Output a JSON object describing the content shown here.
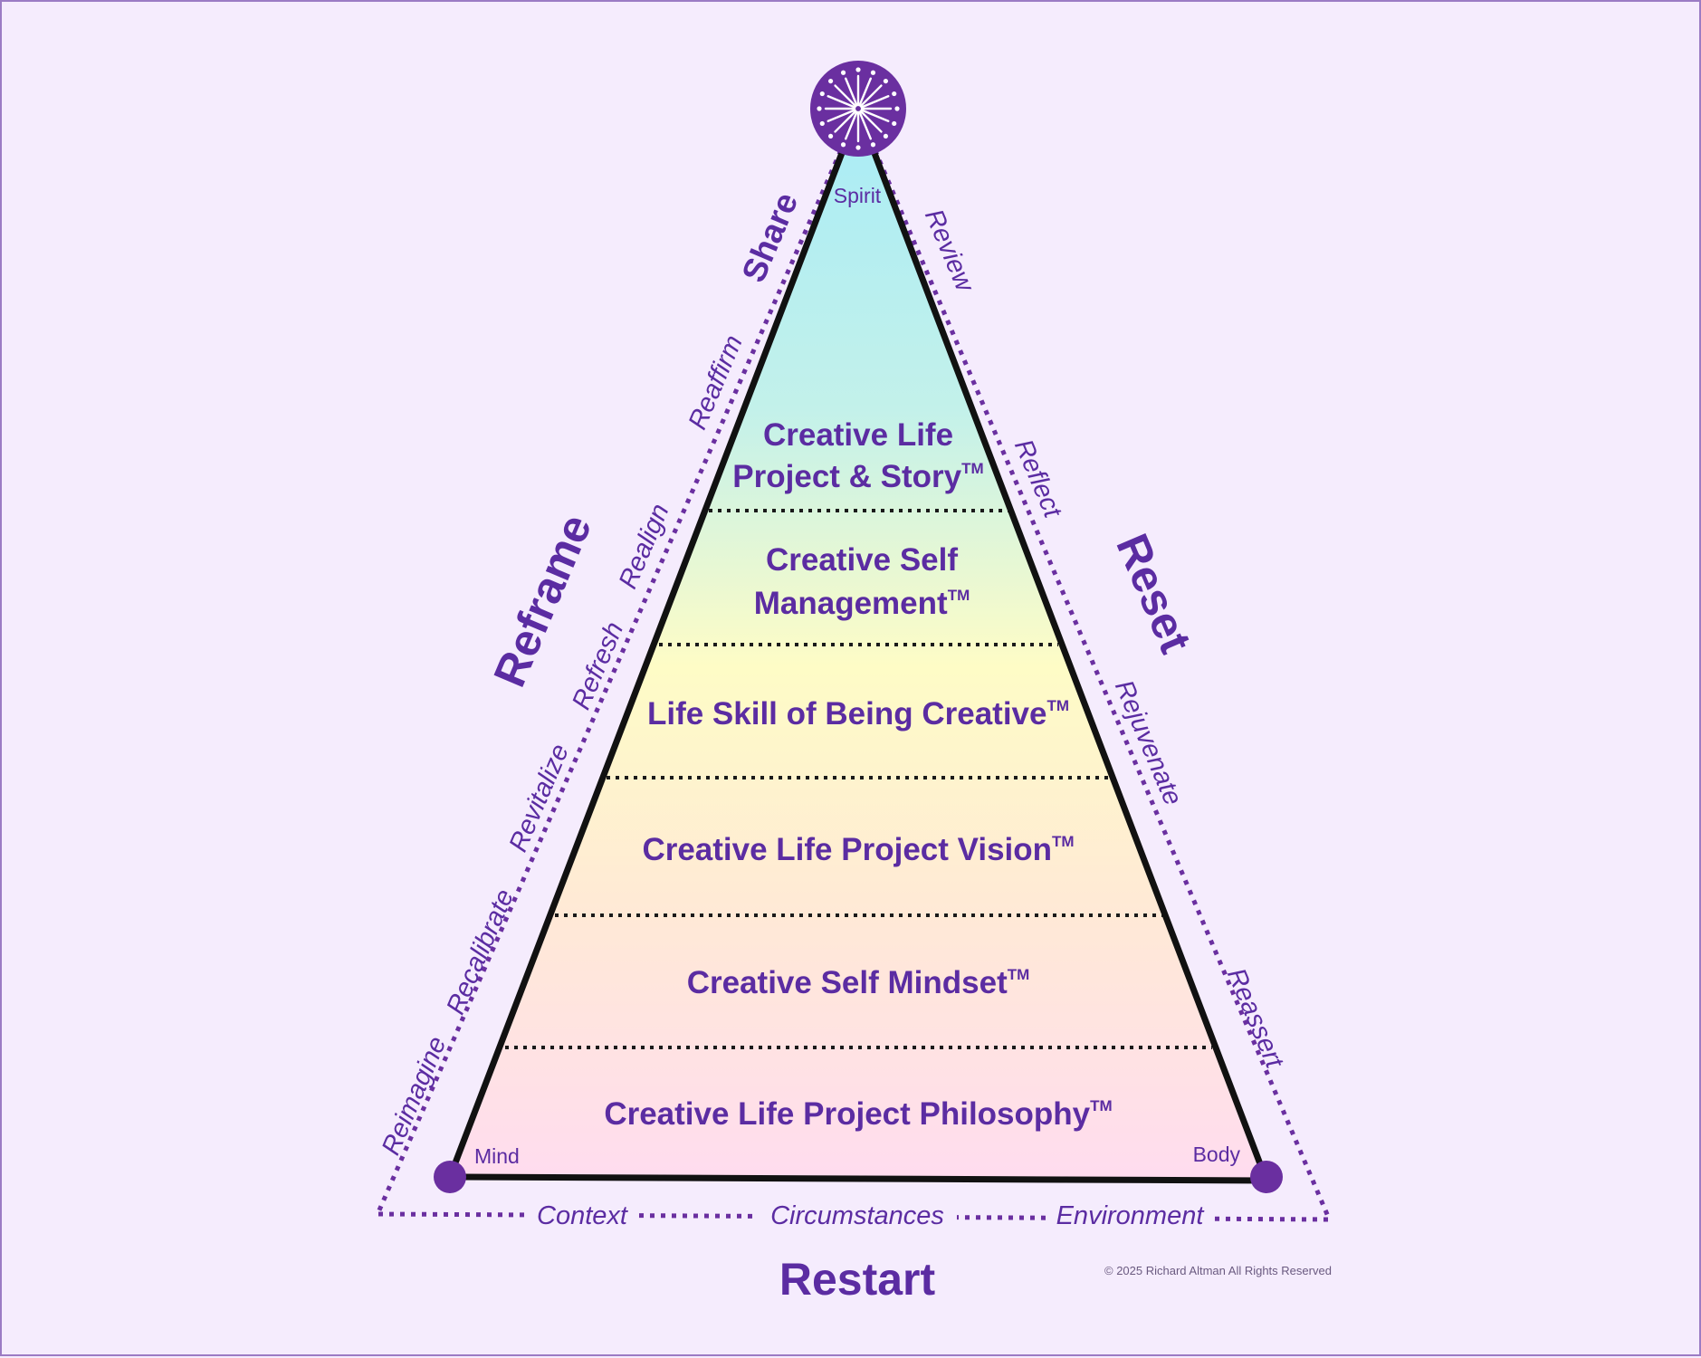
{
  "diagram": {
    "layers": [
      {
        "lines": [
          "Creative Life",
          "Project & Story"
        ],
        "tm": "TM"
      },
      {
        "lines": [
          "Creative Self",
          "Management"
        ],
        "tm": "TM"
      },
      {
        "lines": [
          "Life Skill of Being Creative"
        ],
        "tm": "TM"
      },
      {
        "lines": [
          "Creative Life Project Vision"
        ],
        "tm": "TM"
      },
      {
        "lines": [
          "Creative Self Mindset"
        ],
        "tm": "TM"
      },
      {
        "lines": [
          "Creative Life Project Philosophy"
        ],
        "tm": "TM"
      }
    ],
    "corners": {
      "top": "Spirit",
      "left": "Mind",
      "right": "Body"
    },
    "left_verbs": [
      "Share",
      "Reaffirm",
      "Realign",
      "Refresh",
      "Revitalize",
      "Recalibrate",
      "Reimagine"
    ],
    "right_verbs": [
      "Review",
      "Reflect",
      "Rejuvenate",
      "Reassert"
    ],
    "base_words": [
      "Context",
      "Circumstances",
      "Environment"
    ],
    "side_titles": {
      "left": "Reframe",
      "right": "Reset",
      "bottom": "Restart"
    },
    "copyright": "© 2025 Richard Altman All Rights Reserved",
    "colors": {
      "purple": "#5b2ca2",
      "emblem": "#6a2fa0",
      "background": "#f5ecfd",
      "gradient_top": "#a9ecf6",
      "gradient_mid": "#fefcc6",
      "gradient_bottom": "#ffdcef"
    },
    "emblem_icon": "starburst-icon"
  }
}
